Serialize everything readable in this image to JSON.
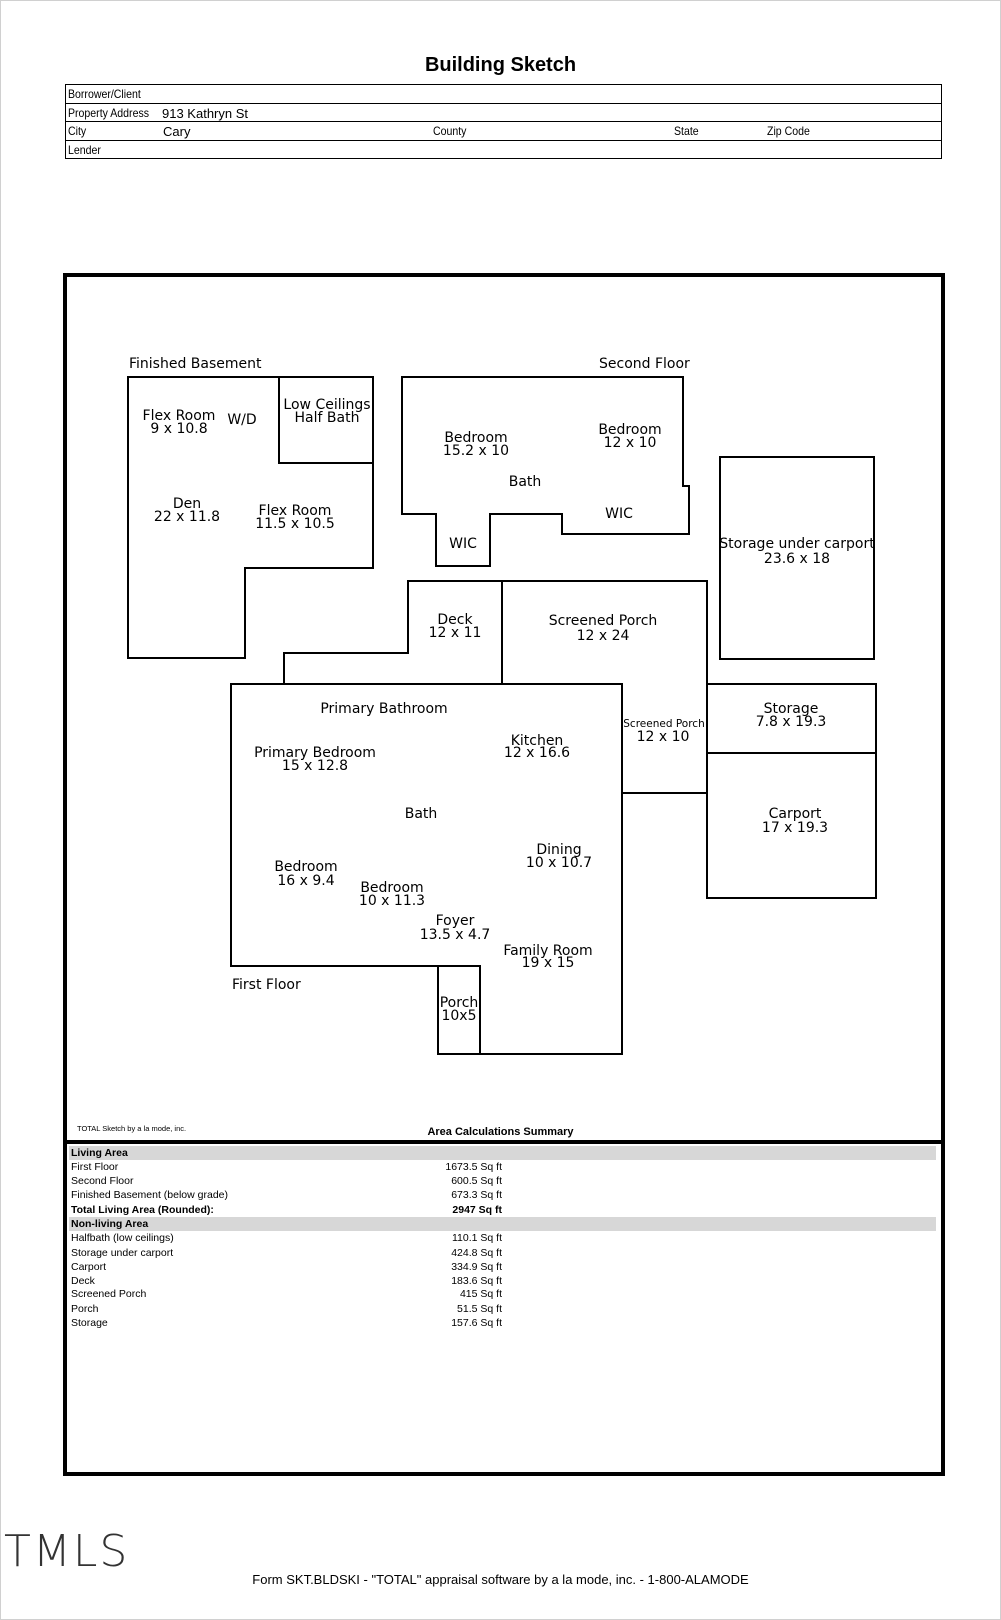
{
  "title": "Building Sketch",
  "header": {
    "borrower_label": "Borrower/Client",
    "borrower_value": "",
    "address_label": "Property Address",
    "address_value": "913 Kathryn St",
    "city_label": "City",
    "city_value": "Cary",
    "county_label": "County",
    "state_label": "State",
    "zip_label": "Zip Code",
    "lender_label": "Lender"
  },
  "sketch": {
    "sections": [
      "Finished Basement",
      "Second Floor",
      "First Floor"
    ],
    "rooms": [
      {
        "name": "Flex Room",
        "dims": "9 x 10.8"
      },
      {
        "name": "W/D",
        "dims": ""
      },
      {
        "name": "Low Ceilings",
        "dims": "Half Bath"
      },
      {
        "name": "Den",
        "dims": "22 x 11.8"
      },
      {
        "name": "Flex Room",
        "dims": "11.5 x 10.5"
      },
      {
        "name": "Bedroom",
        "dims": "15.2 x 10"
      },
      {
        "name": "Bedroom",
        "dims": "12 x 10"
      },
      {
        "name": "Bath",
        "dims": ""
      },
      {
        "name": "WIC",
        "dims": ""
      },
      {
        "name": "WIC",
        "dims": ""
      },
      {
        "name": "Storage under carport",
        "dims": "23.6 x 18"
      },
      {
        "name": "Deck",
        "dims": "12 x 11"
      },
      {
        "name": "Screened Porch",
        "dims": "12 x 24"
      },
      {
        "name": "Primary Bathroom",
        "dims": ""
      },
      {
        "name": "Screened Porch",
        "dims": "12 x 10"
      },
      {
        "name": "Storage",
        "dims": "7.8 x 19.3"
      },
      {
        "name": "Kitchen",
        "dims": "12 x 16.6"
      },
      {
        "name": "Primary Bedroom",
        "dims": "15 x 12.8"
      },
      {
        "name": "Bath",
        "dims": ""
      },
      {
        "name": "Carport",
        "dims": "17 x 19.3"
      },
      {
        "name": "Dining",
        "dims": "10 x 10.7"
      },
      {
        "name": "Bedroom",
        "dims": "16 x 9.4"
      },
      {
        "name": "Bedroom",
        "dims": "10 x 11.3"
      },
      {
        "name": "Foyer",
        "dims": "13.5 x 4.7"
      },
      {
        "name": "Family Room",
        "dims": "19 x 15"
      },
      {
        "name": "Porch",
        "dims": "10x5"
      }
    ]
  },
  "credit": "TOTAL Sketch by a la mode, inc.",
  "summary": {
    "title": "Area Calculations Summary",
    "living_header": "Living Area",
    "living": [
      {
        "label": "First Floor",
        "value": "1673.5 Sq ft"
      },
      {
        "label": "Second Floor",
        "value": "600.5 Sq ft"
      },
      {
        "label": "Finished Basement (below grade)",
        "value": "673.3 Sq ft"
      }
    ],
    "total_label": "Total Living Area (Rounded):",
    "total_value": "2947 Sq ft",
    "nonliving_header": "Non-living Area",
    "nonliving": [
      {
        "label": "Halfbath (low ceilings)",
        "value": "110.1 Sq ft"
      },
      {
        "label": "Storage under carport",
        "value": "424.8 Sq ft"
      },
      {
        "label": "Carport",
        "value": "334.9 Sq ft"
      },
      {
        "label": "Deck",
        "value": "183.6 Sq ft"
      },
      {
        "label": "Screened Porch",
        "value": "415 Sq ft"
      },
      {
        "label": "Porch",
        "value": "51.5 Sq ft"
      },
      {
        "label": "Storage",
        "value": "157.6 Sq ft"
      }
    ]
  },
  "watermark": "TMLS",
  "footer": "Form SKT.BLDSKI - \"TOTAL\" appraisal software by a la mode, inc. - 1-800-ALAMODE"
}
